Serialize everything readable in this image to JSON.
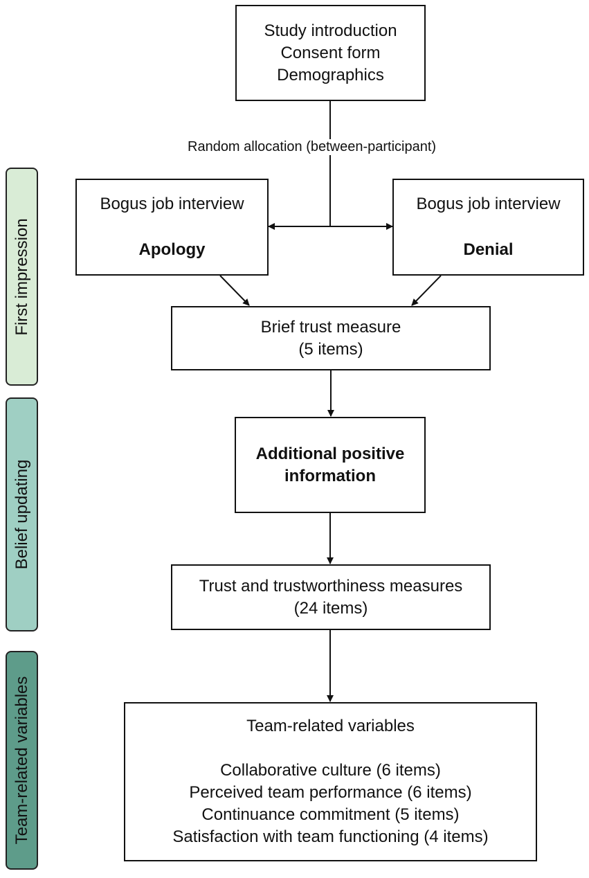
{
  "phases": [
    {
      "label": "First impression",
      "color": "#d9ecd6"
    },
    {
      "label": "Belief updating",
      "color": "#9fcfc3"
    },
    {
      "label": "Team-related variables",
      "color": "#5e9c8a"
    }
  ],
  "boxes": {
    "intro": {
      "lines": [
        "Study introduction",
        "Consent form",
        "Demographics"
      ]
    },
    "apology": {
      "title": "Bogus job interview",
      "condition": "Apology"
    },
    "denial": {
      "title": "Bogus job interview",
      "condition": "Denial"
    },
    "brief_trust": {
      "lines": [
        "Brief trust measure",
        "(5 items)"
      ]
    },
    "additional_info": {
      "lines": [
        "Additional positive",
        "information"
      ]
    },
    "trust_measures": {
      "lines": [
        "Trust and trustworthiness measures",
        "(24 items)"
      ]
    },
    "team": {
      "title": "Team-related variables",
      "items": [
        "Collaborative culture (6 items)",
        "Perceived team performance (6 items)",
        "Continuance commitment (5 items)",
        "Satisfaction with team functioning (4 items)"
      ]
    }
  },
  "allocation_label": "Random allocation (between-participant)"
}
